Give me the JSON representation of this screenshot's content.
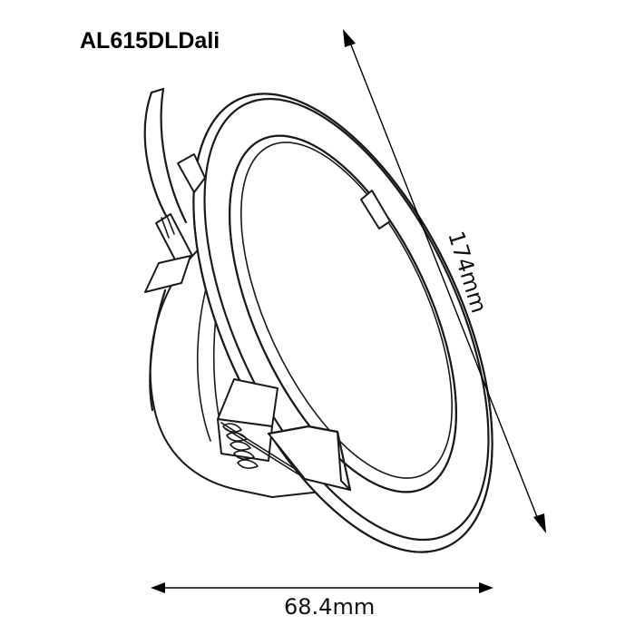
{
  "product": {
    "model": "AL615DLDali"
  },
  "dimensions": {
    "diameter_label": "174mm",
    "depth_label": "68.4mm"
  },
  "colors": {
    "line": "#1a1a1a",
    "background": "#ffffff"
  }
}
